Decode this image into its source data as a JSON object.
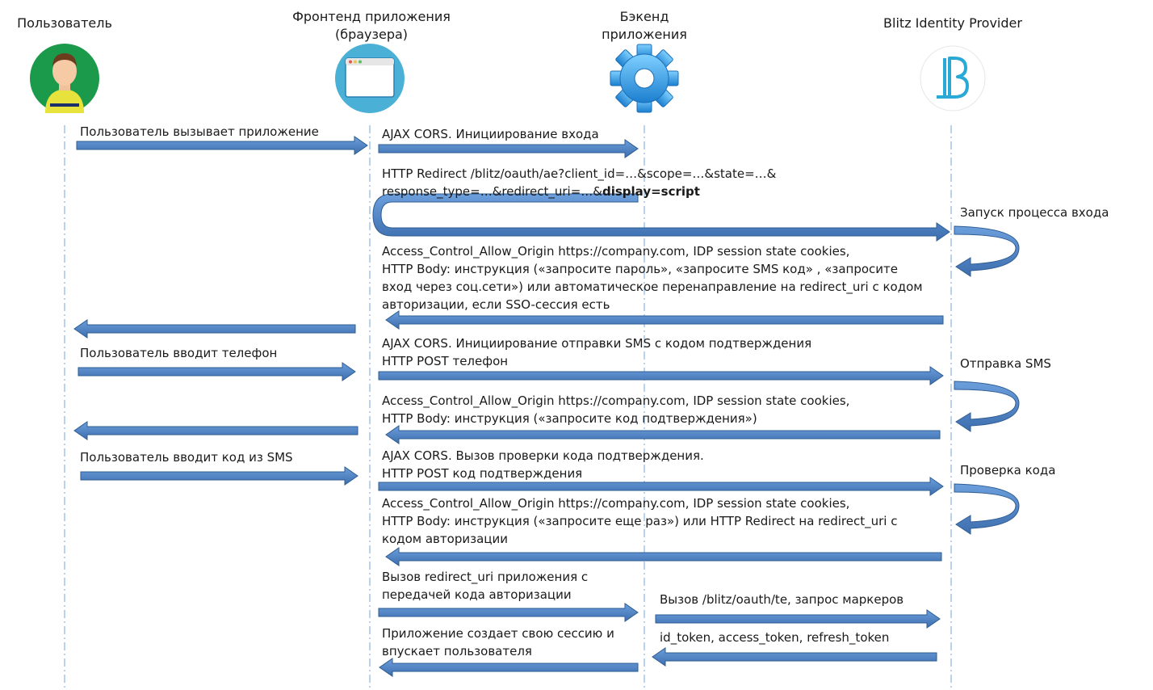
{
  "actors": {
    "user": "Пользователь",
    "frontend_line1": "Фронтенд приложения",
    "frontend_line2": "(браузера)",
    "backend_line1": "Бэкенд",
    "backend_line2": "приложения",
    "idp": "Blitz Identity Provider"
  },
  "messages": {
    "m1": "Пользователь вызывает приложение",
    "m2": "AJAX CORS. Инициирование входа",
    "m3_line1": "HTTP Redirect /blitz/oauth/ae?client_id=…&scope=…&state=…&",
    "m3_line2_prefix": "response_type=…&redirect_uri=…&",
    "m3_line2_bold": "display=script",
    "m4_line1": "Access_Control_Allow_Origin https://company.com, IDP session state cookies,",
    "m4_line2": "HTTP Body: инструкция («запросите пароль», «запросите SMS код» , «запросите",
    "m4_line3": "вход через соц.сети») или автоматическое перенаправление на redirect_uri с кодом",
    "m4_line4": "авторизации, если SSO-сессия есть",
    "m5_line1": "AJAX CORS. Инициирование отправки SMS с кодом подтверждения",
    "m5_line2": "HTTP POST телефон",
    "m6": "Пользователь вводит телефон",
    "m7_line1": "Access_Control_Allow_Origin https://company.com, IDP session state cookies,",
    "m7_line2": "HTTP Body: инструкция («запросите код подтверждения»)",
    "m8": "Пользователь вводит код из SMS",
    "m9_line1": "AJAX CORS. Вызов проверки кода подтверждения.",
    "m9_line2": "HTTP POST код подтверждения",
    "m10_line1": "Access_Control_Allow_Origin https://company.com, IDP session state cookies,",
    "m10_line2": "HTTP Body: инструкция («запросите еще раз») или HTTP Redirect на redirect_uri с",
    "m10_line3": "кодом авторизации",
    "m11_line1": "Вызов redirect_uri приложения с",
    "m11_line2": "передачей кода авторизации",
    "m12": "Вызов /blitz/oauth/te, запрос маркеров",
    "m13": "id_token, access_token, refresh_token",
    "m14_line1": "Приложение создает свою сессию и",
    "m14_line2": "впускает пользователя"
  },
  "side_notes": {
    "start": "Запуск процесса входа",
    "sms": "Отправка SMS",
    "check": "Проверка кода"
  },
  "icons": {
    "user": "user-avatar-icon",
    "frontend": "browser-window-icon",
    "backend": "gear-icon",
    "idp": "blitz-logo-icon"
  },
  "colors": {
    "arrow_fill": "#4f81c0",
    "arrow_stroke": "#2f5d93",
    "lifeline": "#8db3e2",
    "user_circle": "#1a9a4a",
    "browser_circle": "#4ab0d6",
    "gear": "#3aa0e0",
    "idp_letter": "#2aa9d6"
  }
}
